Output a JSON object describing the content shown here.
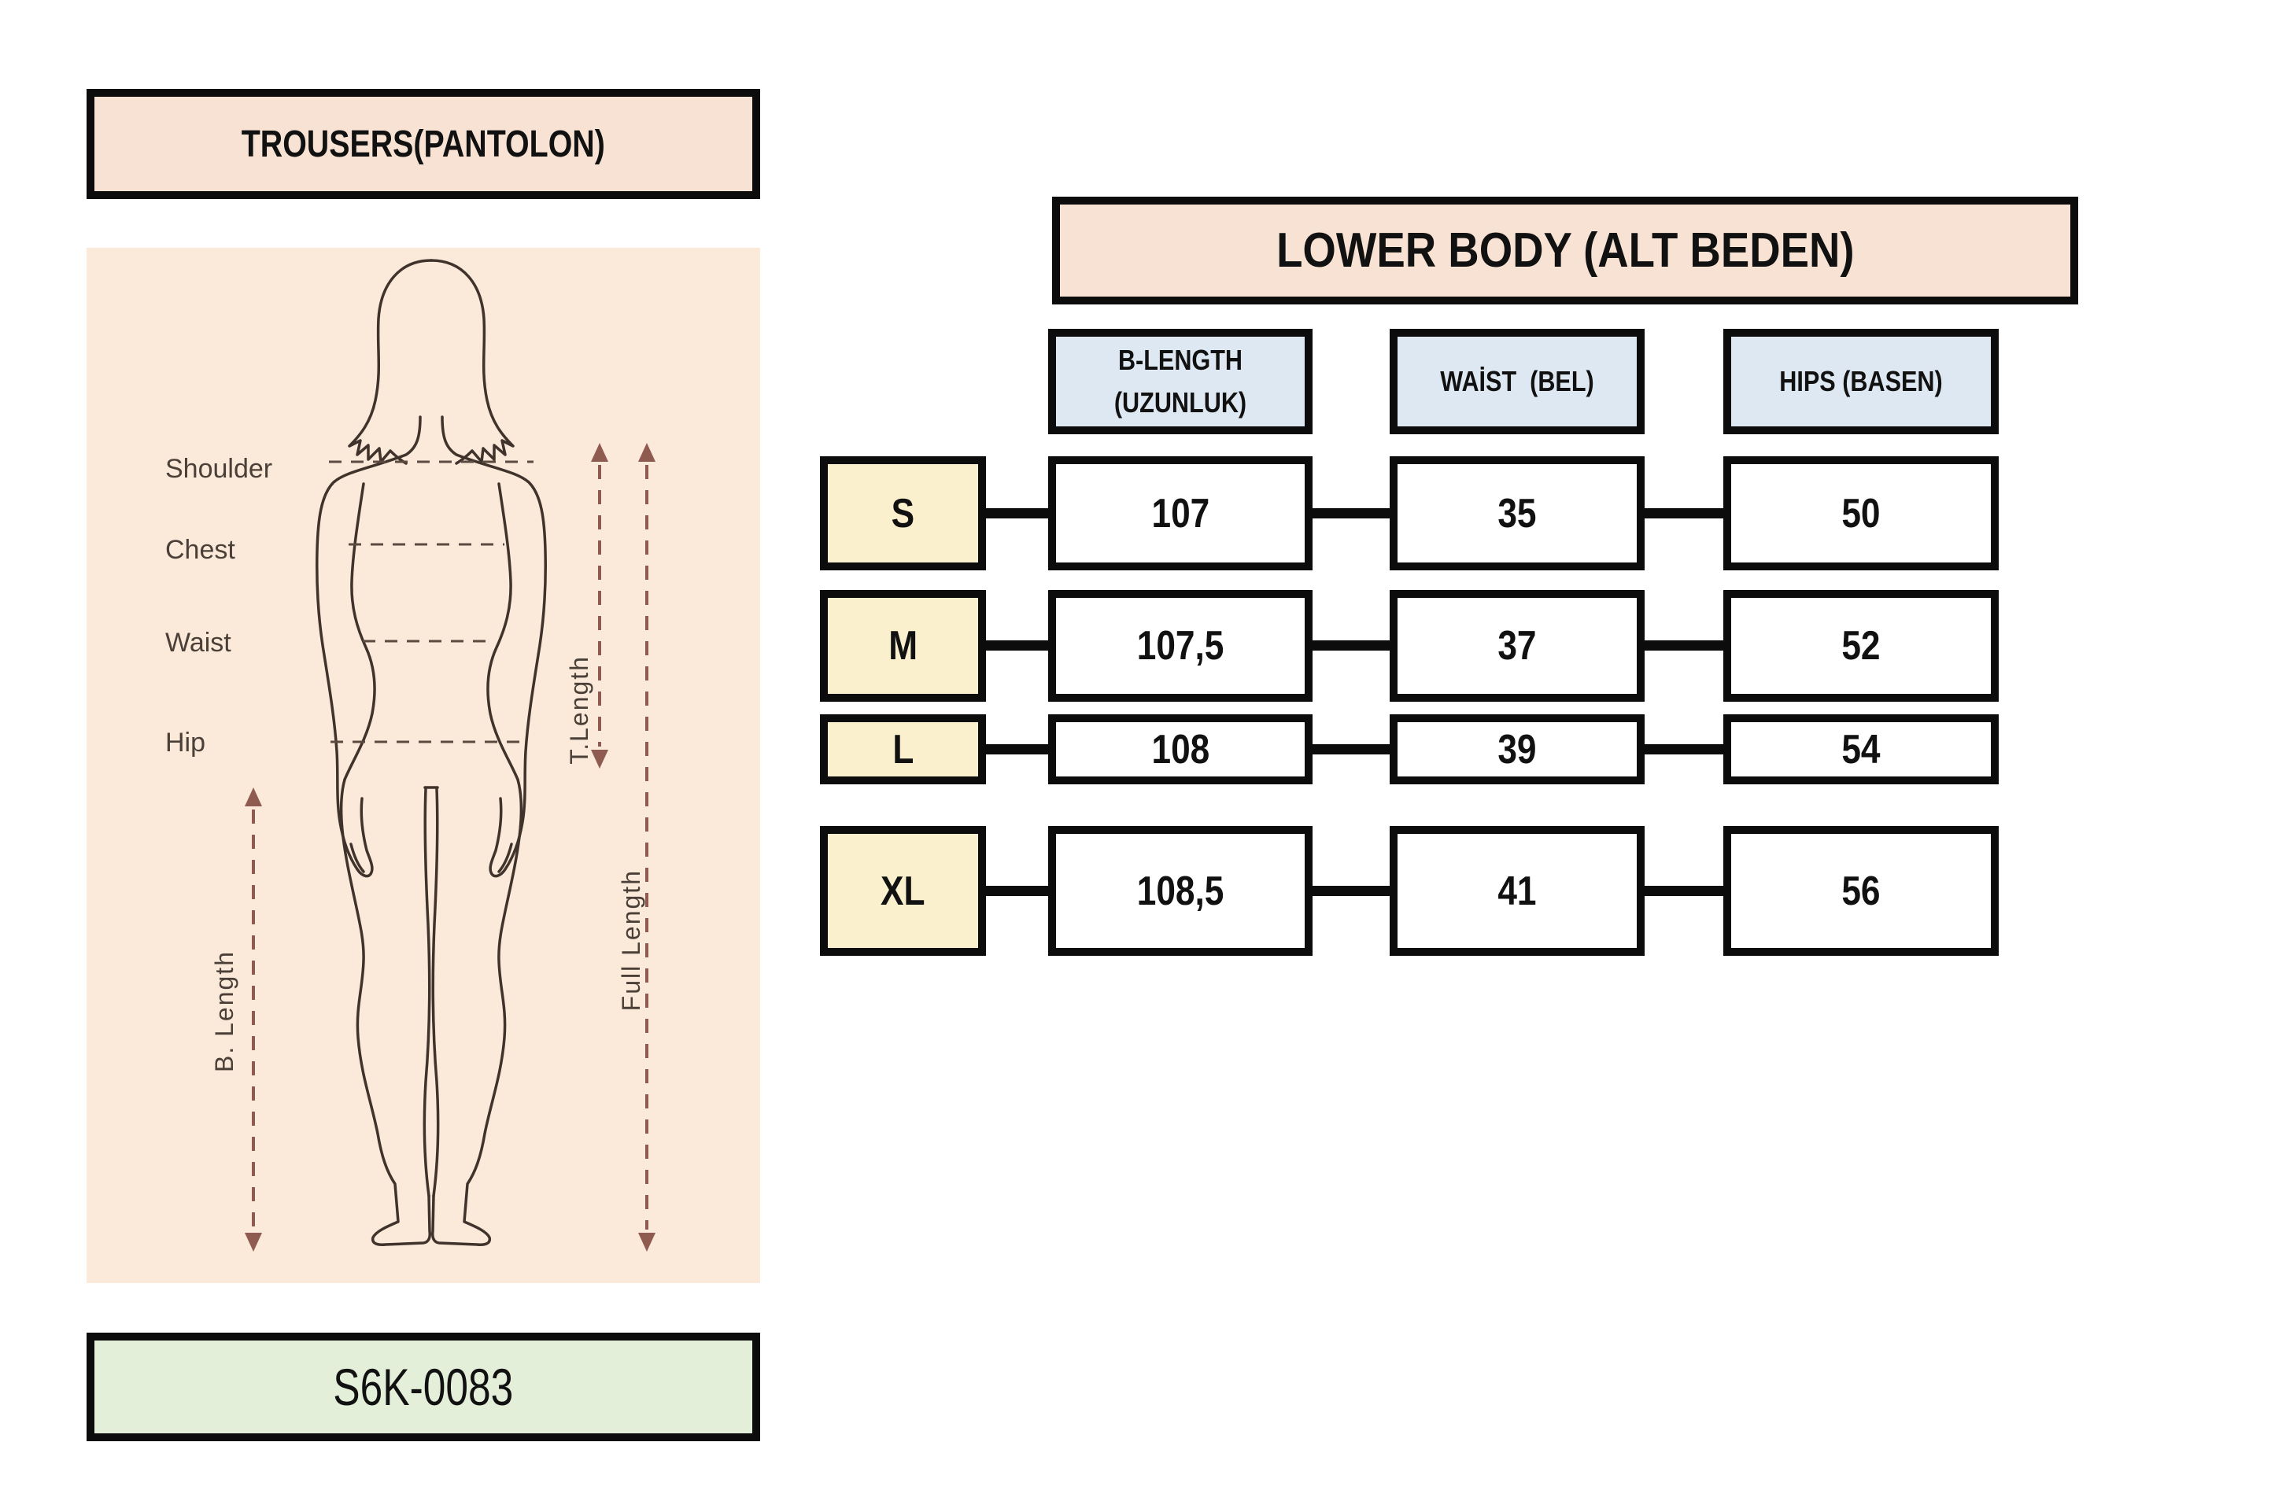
{
  "product": {
    "title": "TROUSERS(PANTOLON)",
    "code": "S6K-0083"
  },
  "figure": {
    "labels": [
      "Shoulder",
      "Chest",
      "Waist",
      "Hip"
    ],
    "arrow_labels": {
      "t_length": "T.Length",
      "full_length": "Full Length",
      "b_length": "B. Length"
    }
  },
  "table": {
    "title": "LOWER BODY (ALT BEDEN)",
    "columns": [
      {
        "line1": "B-LENGTH",
        "line2": "(UZUNLUK)"
      },
      {
        "line1": "WAİST  (BEL)",
        "line2": ""
      },
      {
        "line1": "HIPS (BASEN)",
        "line2": ""
      }
    ],
    "rows": [
      {
        "size": "S",
        "values": [
          "107",
          "35",
          "50"
        ]
      },
      {
        "size": "M",
        "values": [
          "107,5",
          "37",
          "52"
        ]
      },
      {
        "size": "L",
        "values": [
          "108",
          "39",
          "54"
        ]
      },
      {
        "size": "XL",
        "values": [
          "108,5",
          "41",
          "56"
        ]
      }
    ]
  },
  "colors": {
    "peach_header": "#F8E2D3",
    "figure_background": "#FBE9DA",
    "green_code_box": "#E3EFD9",
    "blue_column_header": "#DEE8F2",
    "yellow_size_box": "#FAF0CD",
    "border_black": "#0C0C0C",
    "arrow_brown": "#8F5A50",
    "body_outline": "#3F332B",
    "label_gray": "#4A4038"
  }
}
